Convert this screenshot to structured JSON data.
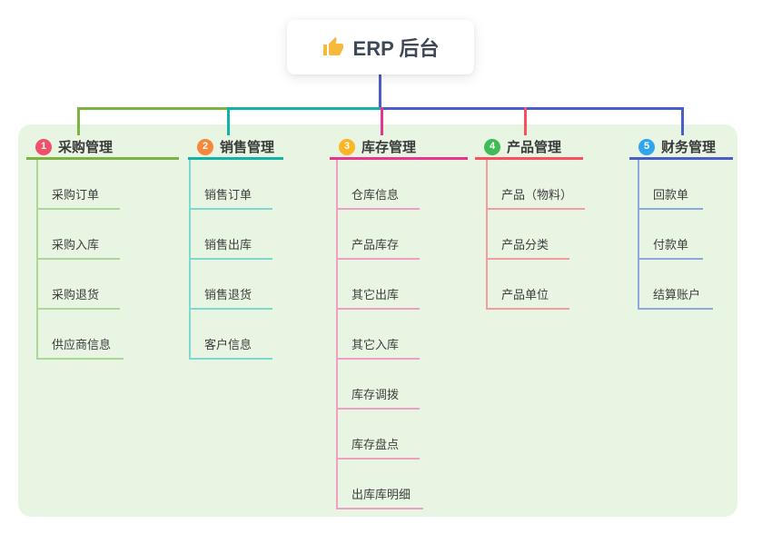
{
  "canvas": {
    "background": "#ffffff",
    "panel_background": "#e7f5e2"
  },
  "root": {
    "label": "ERP 后台",
    "icon": "thumbs-up",
    "icon_color": "#f6b93c",
    "line_color": "#4a5ec9"
  },
  "branches": [
    {
      "index": "1",
      "label": "采购管理",
      "badge_color": "#f0506a",
      "line_color": "#7cb342",
      "child_line_color": "#aed698",
      "children": [
        "采购订单",
        "采购入库",
        "采购退货",
        "供应商信息"
      ]
    },
    {
      "index": "2",
      "label": "销售管理",
      "badge_color": "#f7883b",
      "line_color": "#10b3a6",
      "child_line_color": "#7fd8cd",
      "children": [
        "销售订单",
        "销售出库",
        "销售退货",
        "客户信息"
      ]
    },
    {
      "index": "3",
      "label": "库存管理",
      "badge_color": "#fbb525",
      "line_color": "#e6368e",
      "child_line_color": "#f09ec6",
      "children": [
        "仓库信息",
        "产品库存",
        "其它出库",
        "其它入库",
        "库存调拨",
        "库存盘点",
        "出库库明细"
      ]
    },
    {
      "index": "4",
      "label": "产品管理",
      "badge_color": "#3fba55",
      "line_color": "#f84f61",
      "child_line_color": "#f79ba3",
      "children": [
        "产品（物料）",
        "产品分类",
        "产品单位"
      ]
    },
    {
      "index": "5",
      "label": "财务管理",
      "badge_color": "#30a5ee",
      "line_color": "#4a5ec9",
      "child_line_color": "#8fa7dd",
      "children": [
        "回款单",
        "付款单",
        "结算账户"
      ]
    }
  ]
}
